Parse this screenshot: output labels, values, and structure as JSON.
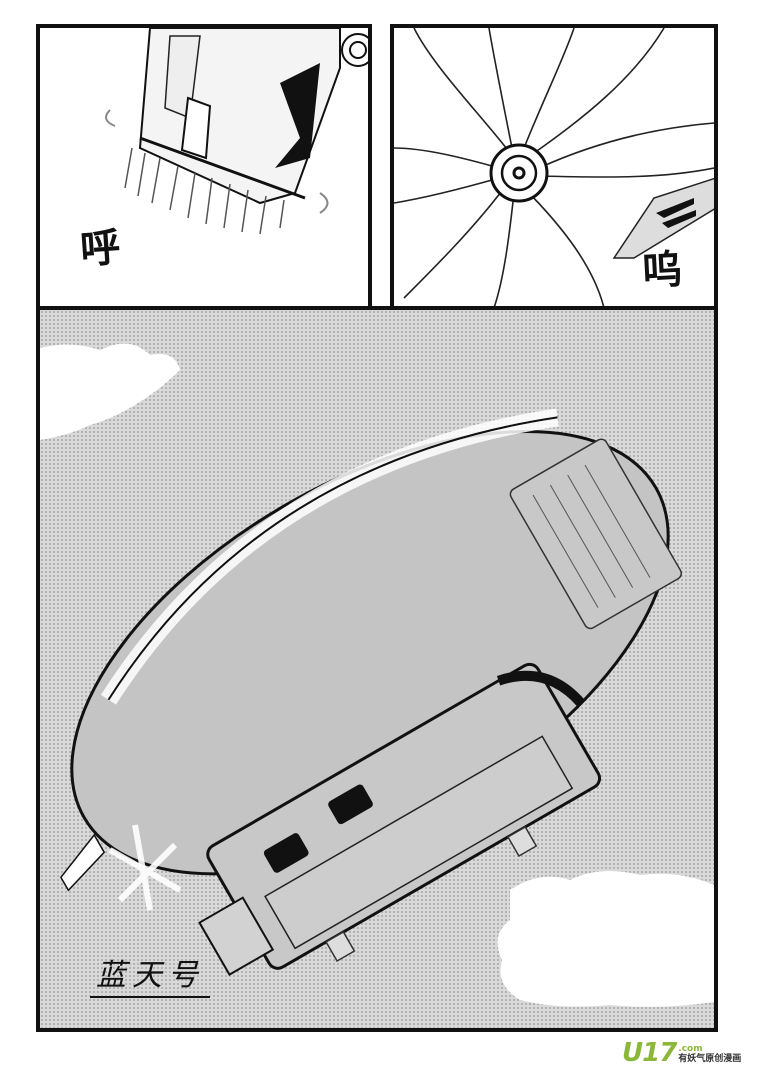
{
  "page": {
    "type": "manga-page",
    "panels": [
      {
        "id": "panel-1",
        "description": "Close-up of airship gondola with blurred rotor brush",
        "sfx": "呼"
      },
      {
        "id": "panel-2",
        "description": "Spinning propeller close-up with motion lines",
        "sfx": "呜"
      },
      {
        "id": "panel-3",
        "description": "Airship seen from below flying through screentone sky with clouds",
        "caption": "蓝天号"
      }
    ]
  },
  "watermark": {
    "logo": "U17",
    "domain": ".com",
    "tagline": "有妖气原创漫画"
  },
  "colors": {
    "border": "#111111",
    "sky_tone": "#d9d9d9",
    "hull": "#c8c8c8",
    "cloud": "#ffffff",
    "logo_green": "#8cb83a"
  }
}
